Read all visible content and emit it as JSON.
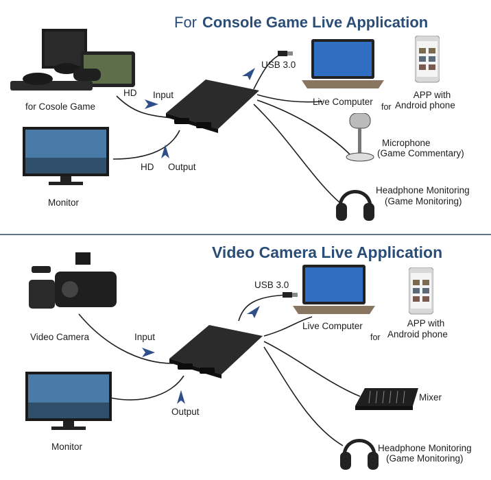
{
  "top": {
    "title_prefix": "For",
    "title_main": "Console Game Live Application",
    "labels": {
      "console": "for Cosole Game",
      "hd_in": "HD",
      "input": "Input",
      "hd_out": "HD",
      "output": "Output",
      "monitor": "Monitor",
      "usb": "USB 3.0",
      "live_computer": "Live Computer",
      "app_line1": "APP with",
      "app_for": "for",
      "app_line2": "Android phone",
      "mic_line1": "Microphone",
      "mic_line2": "(Game Commentary)",
      "hp_line1": "Headphone Monitoring",
      "hp_line2": "(Game Monitoring)"
    }
  },
  "bottom": {
    "title": "Video Camera Live Application",
    "labels": {
      "camera": "Video Camera",
      "input": "Input",
      "output": "Output",
      "monitor": "Monitor",
      "usb": "USB 3.0",
      "live_computer": "Live Computer",
      "app_line1": "APP with",
      "app_for": "for",
      "app_line2": "Android phone",
      "mixer": "Mixer",
      "hp_line1": "Headphone Monitoring",
      "hp_line2": "(Game Monitoring)"
    }
  },
  "colors": {
    "title": "#2a4d78",
    "arrow": "#2e4f8a",
    "divider": "#5e7388",
    "device": "#2b2b2b"
  }
}
